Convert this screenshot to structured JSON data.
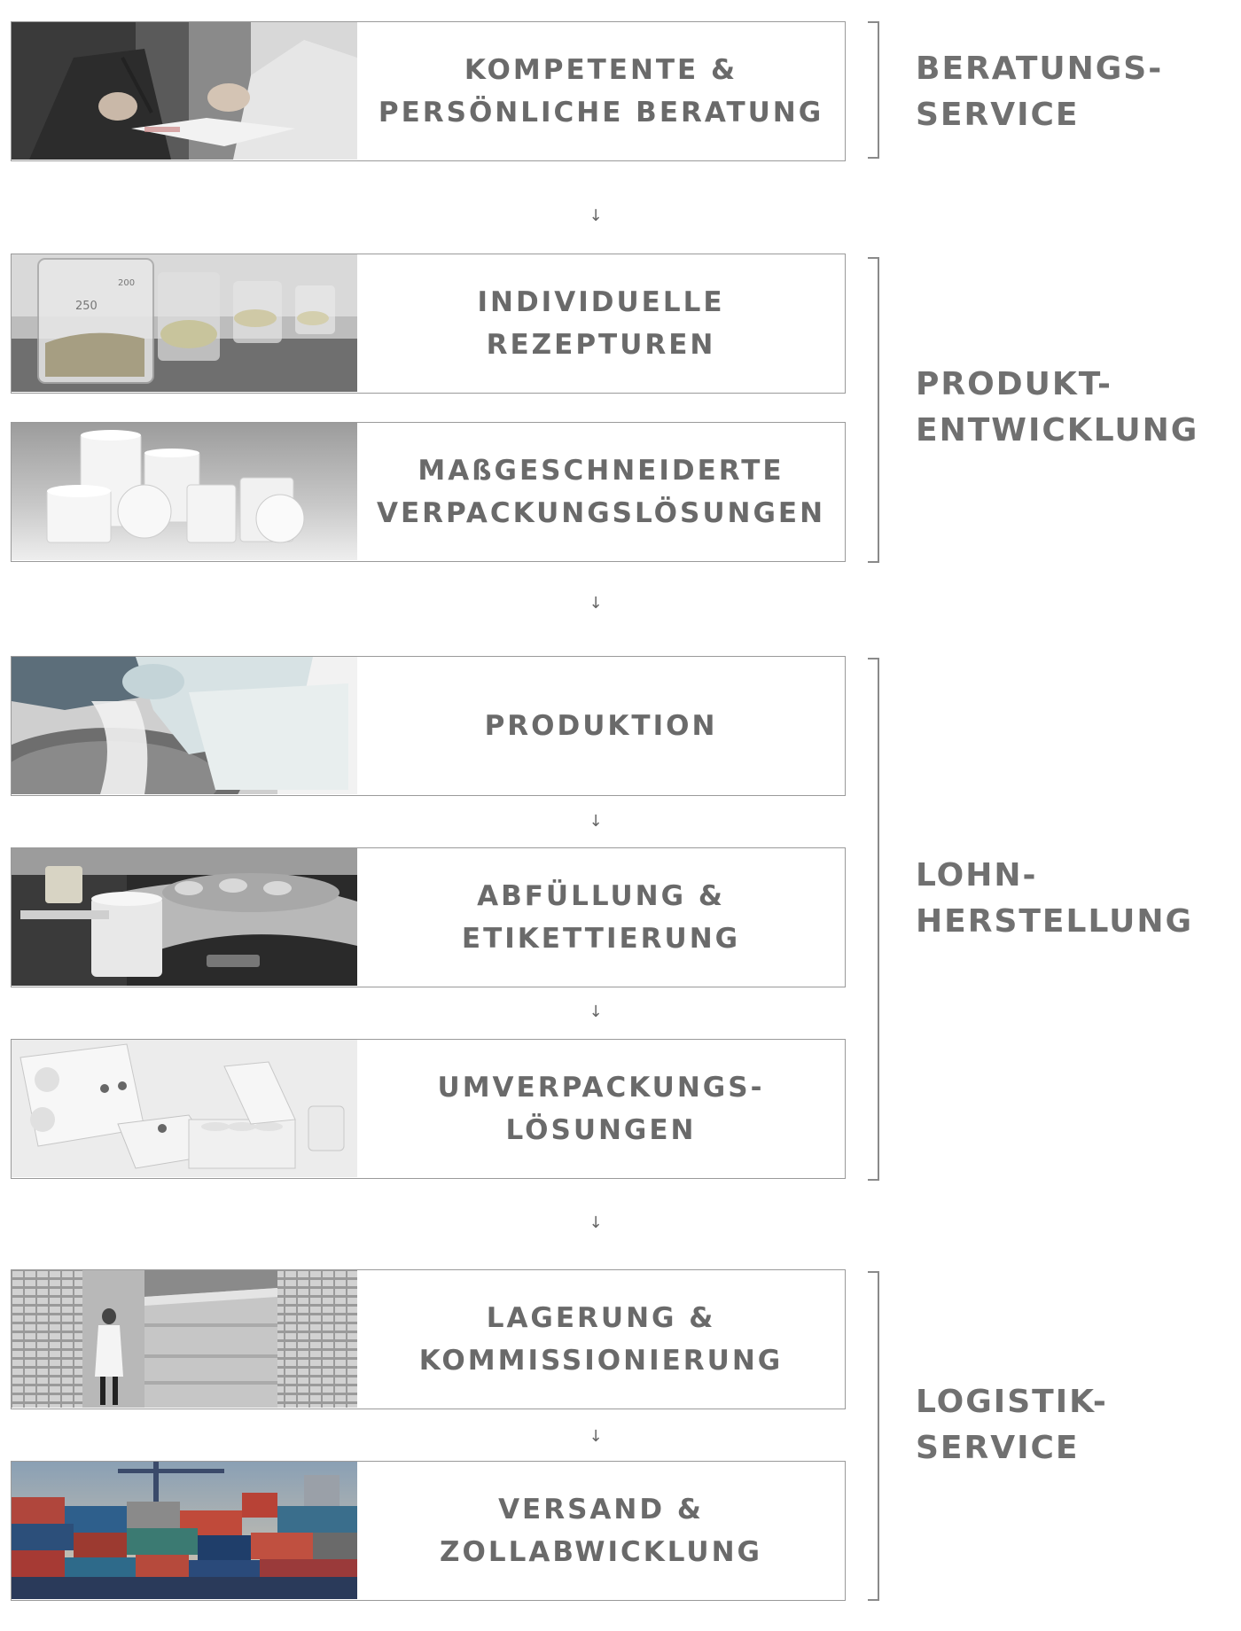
{
  "steps": [
    {
      "id": "kompetente-beratung",
      "lines": [
        "KOMPETENTE &",
        "PERSÖNLICHE BERATUNG"
      ],
      "image": "business-consultation-photo"
    },
    {
      "id": "individuelle-rezepturen",
      "lines": [
        "INDIVIDUELLE REZEPTUREN"
      ],
      "image": "lab-beaker-powder-photo"
    },
    {
      "id": "verpackungsloesungen",
      "lines": [
        "MAßGESCHNEIDERTE",
        "VERPACKUNGSLÖSUNGEN"
      ],
      "image": "white-containers-photo"
    },
    {
      "id": "produktion",
      "lines": [
        "PRODUKTION"
      ],
      "image": "powder-pouring-photo"
    },
    {
      "id": "abfuellung",
      "lines": [
        "ABFÜLLUNG &",
        "ETIKETTIERUNG"
      ],
      "image": "filling-machine-photo"
    },
    {
      "id": "umverpackung",
      "lines": [
        "UMVERPACKUNGS-",
        "LÖSUNGEN"
      ],
      "image": "cardboard-packaging-photo"
    },
    {
      "id": "lagerung",
      "lines": [
        "LAGERUNG &",
        "KOMMISSIONIERUNG"
      ],
      "image": "warehouse-photo"
    },
    {
      "id": "versand",
      "lines": [
        "VERSAND &",
        "ZOLLABWICKLUNG"
      ],
      "image": "shipping-containers-photo"
    }
  ],
  "phases": [
    {
      "id": "beratungsservice",
      "lines": [
        "BERATUNGS-",
        "SERVICE"
      ]
    },
    {
      "id": "produktentwicklung",
      "lines": [
        "PRODUKT-",
        "ENTWICKLUNG"
      ]
    },
    {
      "id": "lohnherstellung",
      "lines": [
        "LOHN-",
        "HERSTELLUNG"
      ]
    },
    {
      "id": "logistikservice",
      "lines": [
        "LOGISTIK-",
        "SERVICE"
      ]
    }
  ],
  "arrow_glyph": "↓",
  "colors": {
    "border": "#9a9a9a",
    "text": "#6a6a6a",
    "bracket": "#8a8a8a"
  }
}
